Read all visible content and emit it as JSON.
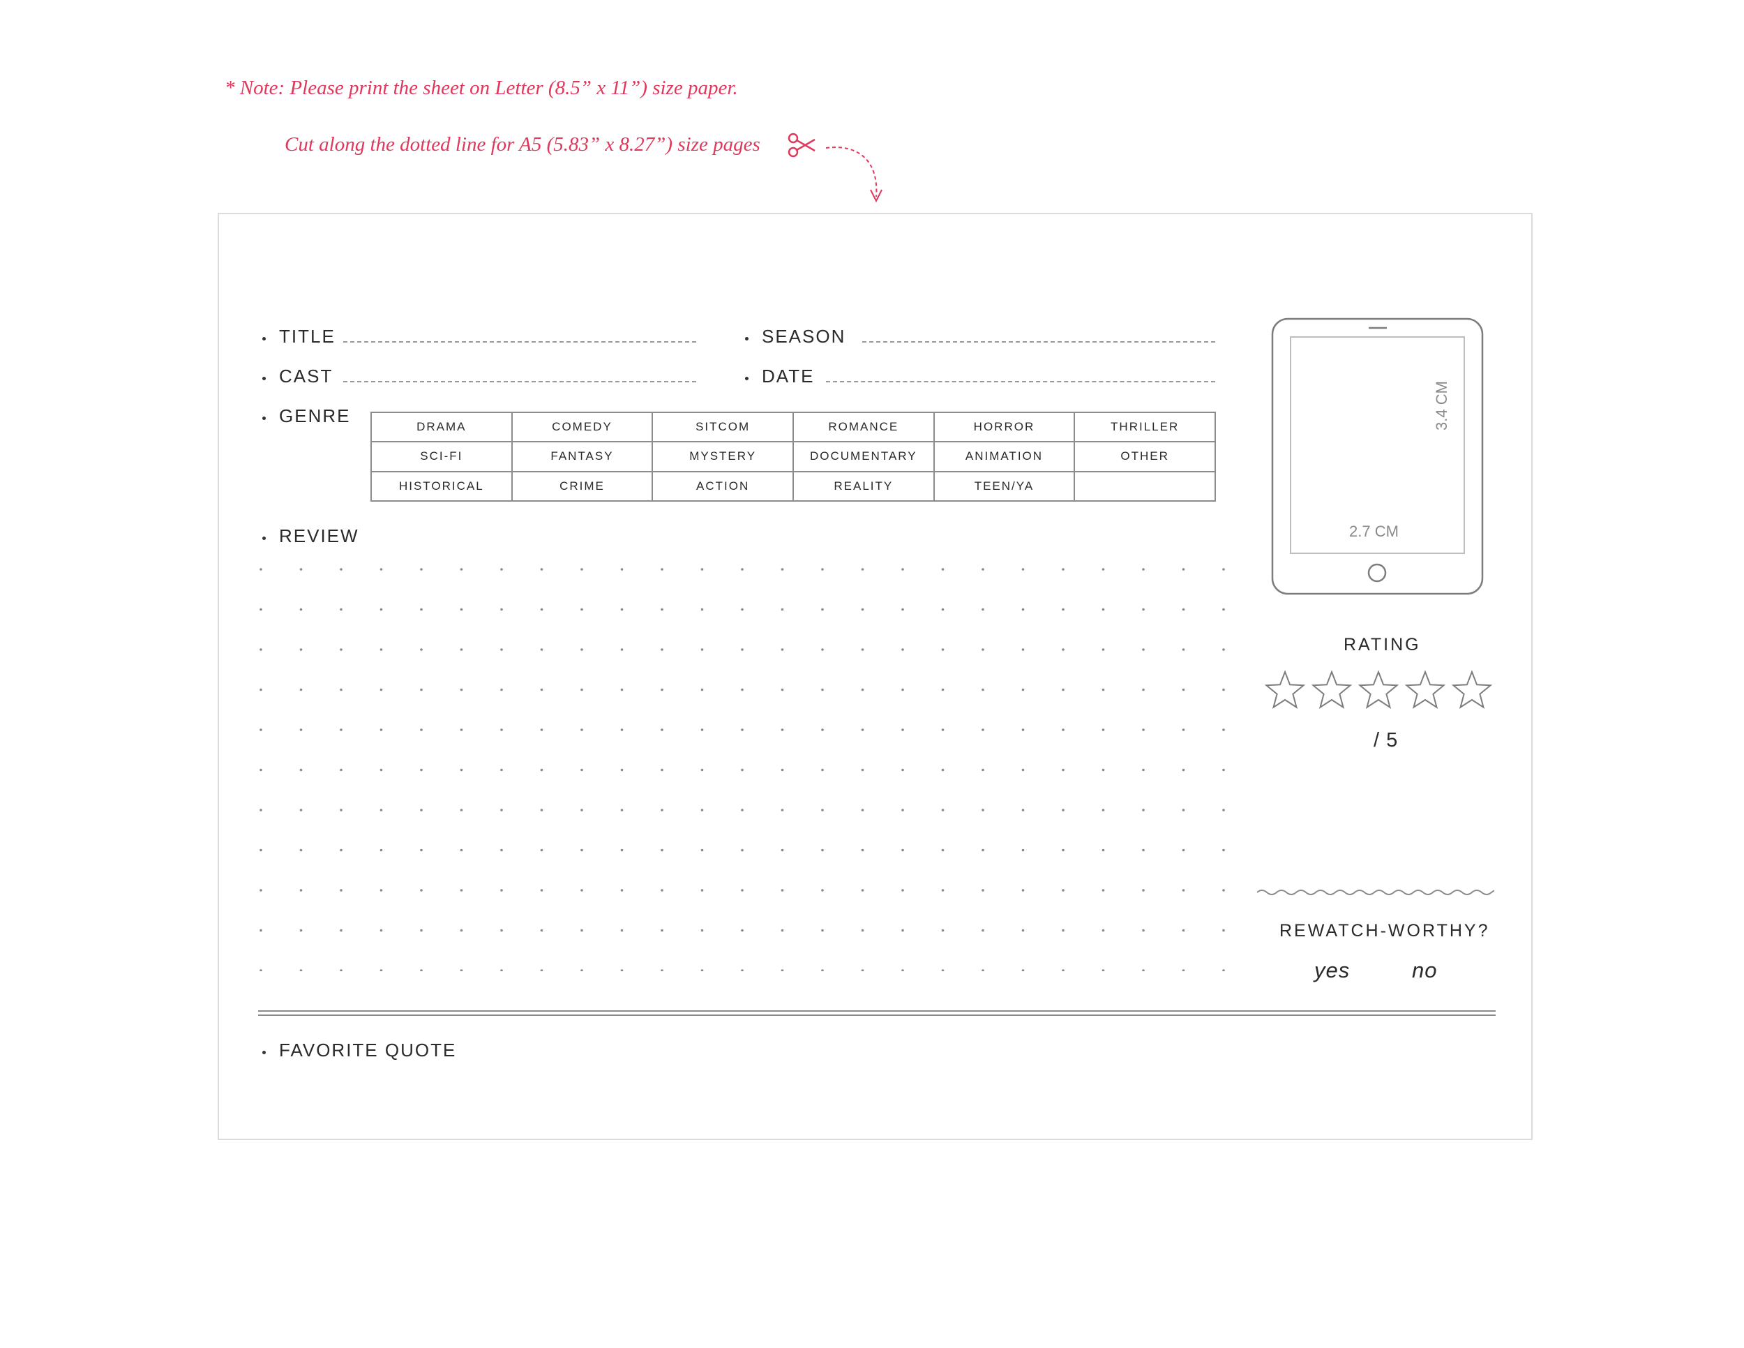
{
  "notes": {
    "line1": "* Note:  Please print the sheet on Letter (8.5” x 11”) size paper.",
    "line2": "Cut along the dotted line for A5 (5.83” x 8.27”) size pages"
  },
  "colors": {
    "accent": "#e0385c",
    "ink": "#2a2a2a",
    "rule": "#8c8c8c"
  },
  "fields": {
    "title": "TITLE",
    "season": "SEASON",
    "cast": "CAST",
    "date": "DATE",
    "genre": "GENRE",
    "review": "REVIEW",
    "favorite_quote": "FAVORITE QUOTE"
  },
  "genres": [
    [
      "DRAMA",
      "COMEDY",
      "SITCOM",
      "ROMANCE",
      "HORROR",
      "THRILLER"
    ],
    [
      "SCI-FI",
      "FANTASY",
      "MYSTERY",
      "DOCUMENTARY",
      "ANIMATION",
      "OTHER"
    ],
    [
      "HISTORICAL",
      "CRIME",
      "ACTION",
      "REALITY",
      "TEEN/YA",
      ""
    ]
  ],
  "poster": {
    "icon": "tablet-icon",
    "width_label": "2.7 CM",
    "height_label": "3.4 CM"
  },
  "rating": {
    "title": "RATING",
    "out_of": "/ 5",
    "max_stars": 5,
    "filled_stars": 0
  },
  "rewatch": {
    "title": "REWATCH-WORTHY?",
    "yes": "yes",
    "no": "no"
  }
}
